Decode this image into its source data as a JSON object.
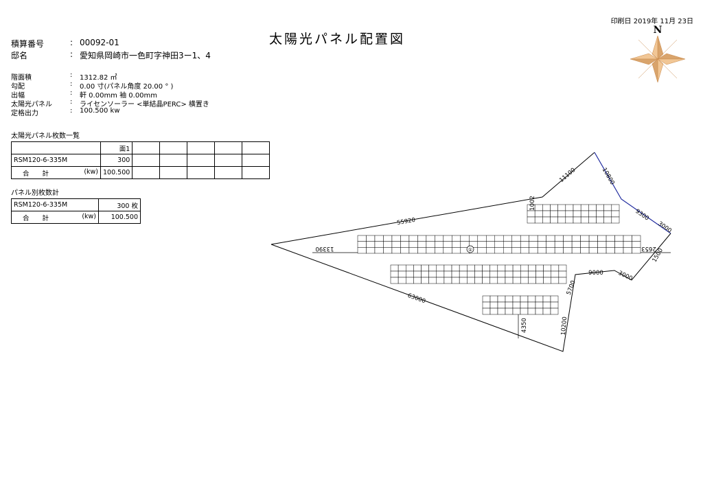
{
  "header": {
    "print_date": "印刷日 2019年 11月 23日",
    "title": "太陽光パネル配置図",
    "north": "N"
  },
  "info": {
    "estimate_label": "積算番号",
    "estimate_value": "00092-01",
    "residence_label": "邸名",
    "residence_value": "愛知県岡崎市一色町字神田3ー1、4",
    "rows": [
      {
        "label": "階面積",
        "value": "1312.82 ㎡"
      },
      {
        "label": "勾配",
        "value": "0.00 寸(パネル角度 20.00 ° )"
      },
      {
        "label": "出幅",
        "value": "軒 0.00mm 袖 0.00mm"
      },
      {
        "label": "太陽光パネル",
        "value": "ライセンソーラー <単結晶PERC> 横置き"
      },
      {
        "label": "定格出力",
        "value": "100.500 kw"
      }
    ],
    "colon": ":"
  },
  "panel_list": {
    "title": "太陽光パネル枚数一覧",
    "header": "面1",
    "model": "RSM120-6-335M",
    "count": "300",
    "total_label": "合　　計",
    "unit": "(kw)",
    "total_value": "100.500"
  },
  "panel_count": {
    "title": "パネル別枚数計",
    "model": "RSM120-6-335M",
    "count": "300 枚",
    "total_label": "合　　計",
    "unit": "(kw)",
    "total_value": "100.500"
  },
  "plan": {
    "face_label": "①",
    "dimensions": [
      "55920",
      "63000",
      "13390",
      "1002",
      "11100",
      "10800",
      "9300",
      "3000",
      "2653",
      "1500",
      "9000",
      "3000",
      "5700",
      "10200",
      "4350"
    ],
    "arrays": [
      {
        "cols": 12,
        "rows": 3
      },
      {
        "cols": 33,
        "rows": 3
      },
      {
        "cols": 23,
        "rows": 3
      },
      {
        "cols": 10,
        "rows": 3
      }
    ],
    "outline_color": "#000000",
    "edge_color": "#1f2a9e"
  }
}
